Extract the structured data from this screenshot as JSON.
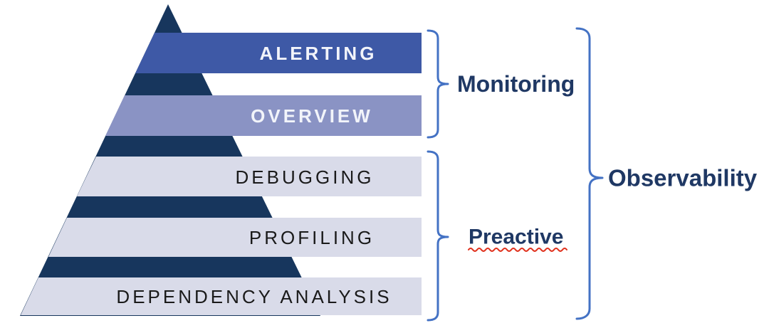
{
  "diagram": {
    "type": "pyramid",
    "title_visible": false,
    "core_color": "#17365d",
    "band_right_text_color_light": "#f2f4fa",
    "band_text_color_dark": "#1a1a1a",
    "layers": [
      {
        "label": "ALERTING",
        "color": "#3e59a6",
        "text_color": "#f2f4fa"
      },
      {
        "label": "OVERVIEW",
        "color": "#8a93c4",
        "text_color": "#f2f4fa"
      },
      {
        "label": "DEBUGGING",
        "color": "#d9dbe9",
        "text_color": "#1a1a1a"
      },
      {
        "label": "PROFILING",
        "color": "#d9dbe9",
        "text_color": "#1a1a1a"
      },
      {
        "label": "DEPENDENCY ANALYSIS",
        "color": "#d9dbe9",
        "text_color": "#1a1a1a"
      }
    ],
    "groups": [
      {
        "label": "Monitoring",
        "covers": [
          "ALERTING",
          "OVERVIEW"
        ]
      },
      {
        "label": "Preactive",
        "covers": [
          "DEBUGGING",
          "PROFILING",
          "DEPENDENCY ANALYSIS"
        ],
        "spellcheck_underline": true
      },
      {
        "label": "Observability",
        "covers": [
          "ALERTING",
          "OVERVIEW",
          "DEBUGGING",
          "PROFILING",
          "DEPENDENCY ANALYSIS"
        ]
      }
    ],
    "colors": {
      "brace": "#4472c4",
      "group_label": "#1f3864",
      "spellcheck_underline": "#e0321e"
    }
  }
}
